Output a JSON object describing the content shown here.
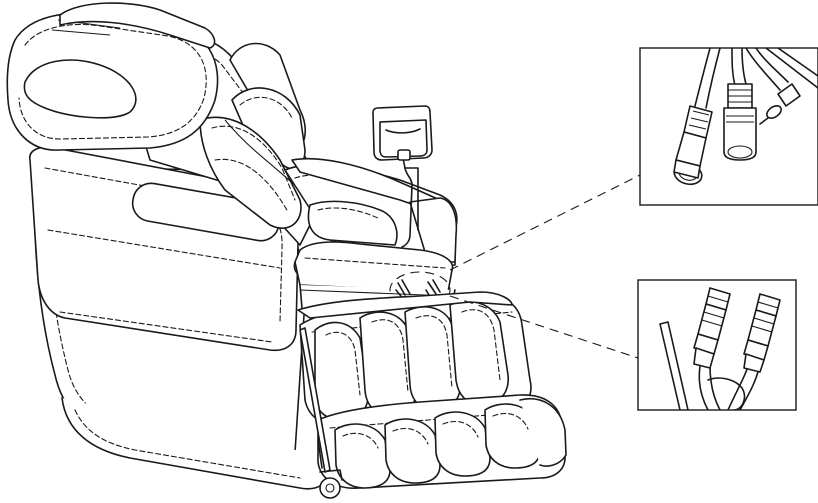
{
  "figure": {
    "type": "line-art assembly illustration",
    "subject": "massage-chair",
    "colors": {
      "line": "#1a1a1a",
      "background": "#ffffff"
    },
    "callouts": [
      {
        "id": "upper",
        "subject": "cable-connectors-detail"
      },
      {
        "id": "lower",
        "subject": "cable-connectors-detail"
      }
    ]
  }
}
